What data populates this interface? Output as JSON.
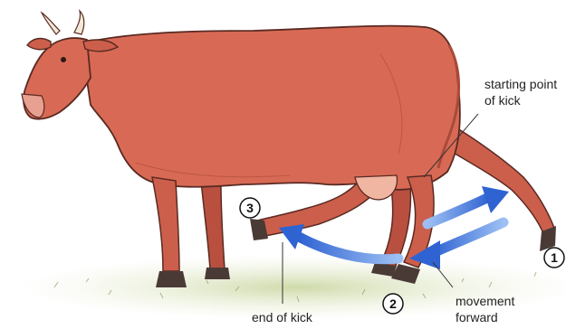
{
  "labels": {
    "start_line1": "starting point",
    "start_line2": "of kick",
    "movement_line1": "movement",
    "movement_line2": "forward",
    "end": "end of kick"
  },
  "markers": [
    "1",
    "2",
    "3"
  ],
  "colors": {
    "hide": "#d86a55",
    "hide_dark": "#a94a3a",
    "outline": "#5a2a22",
    "horn": "#f2e9d8",
    "hoof": "#4a3a36",
    "arrow": "#3a6fd8",
    "ground": "#cfd9b0"
  }
}
